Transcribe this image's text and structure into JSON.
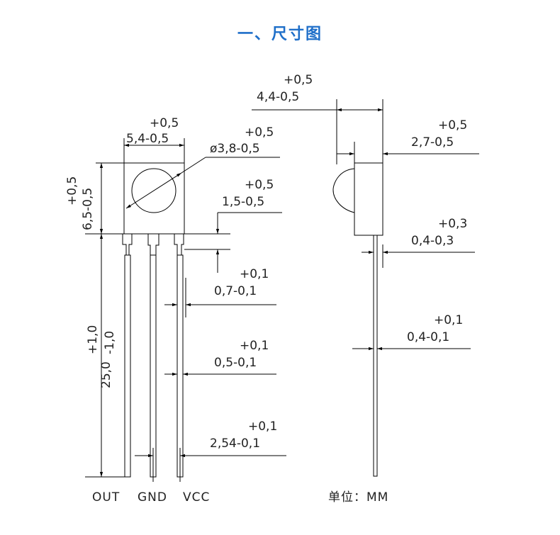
{
  "title": "一、尺寸图",
  "front_view": {
    "width_tol": "+0,5",
    "width": "5,4-0,5",
    "dia_tol": "+0,5",
    "dia": "ø3,8-0,5",
    "height_tol": "+0,5",
    "height": "6,5-0,5",
    "step_tol": "+0,5",
    "step": "1,5-0,5",
    "pin_w_tol": "+0,1",
    "pin_w": "0,7-0,1",
    "pin_n_tol": "+0,1",
    "pin_n": "0,5-0,1",
    "pitch_tol": "+0,1",
    "pitch": "2,54-0,1",
    "lead_len": "25,0",
    "lead_tol_up": "+1,0",
    "lead_tol_down": "-1,0",
    "pins": [
      "OUT",
      "GND",
      "VCC"
    ]
  },
  "side_view": {
    "depth_tol": "+0,5",
    "depth": "4,4-0,5",
    "body_tol": "+0,5",
    "body": "2,7-0,5",
    "lead_tol": "+0,3",
    "lead": "0,4-0,3",
    "lead_t_tol": "+0,1",
    "lead_t": "0,4-0,1",
    "unit": "单位：MM"
  }
}
